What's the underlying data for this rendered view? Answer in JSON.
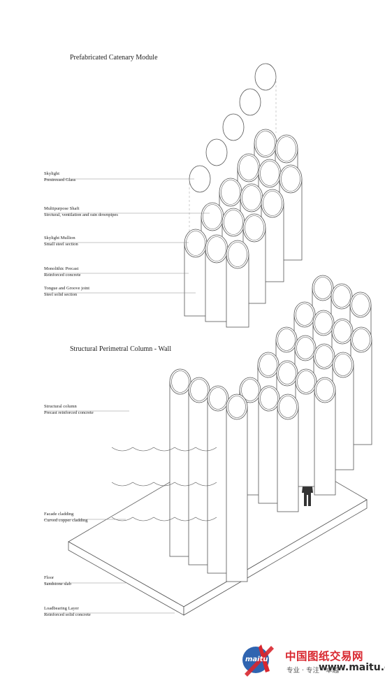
{
  "titles": {
    "module": "Prefabricated Catenary Module",
    "structure": "Structural Perimetral Column - Wall"
  },
  "labels": [
    {
      "title": "Skylight",
      "sub": "Prestressed Glass"
    },
    {
      "title": "Multipurpose Shaft",
      "sub": "Strctural, ventilation and rain downpipes"
    },
    {
      "title": "Skylight Mullion",
      "sub": "Small steel section"
    },
    {
      "title": "Monolithic Precast",
      "sub": "Reinforced concrete"
    },
    {
      "title": "Tongue and Groove joint",
      "sub": "Steel solid section"
    },
    {
      "title": "Structural column",
      "sub": "Precast reinforced concrete"
    },
    {
      "title": "Facade cladding",
      "sub": "Curved copper cladding"
    },
    {
      "title": "Floor",
      "sub": "Sandstone slab"
    },
    {
      "title": "Loadbearing Layer",
      "sub": "Reinforced solid concrete"
    }
  ],
  "watermark": {
    "title": "中国图纸交易网",
    "subtitle": "专业 · 专注 · 卓越",
    "url": "www.maitu.cc",
    "logo_text": "maitu",
    "colors": {
      "red": "#d8262e",
      "blue": "#2f64b0"
    }
  },
  "colors": {
    "line": "#555555",
    "leader": "#8a8a8a",
    "ink": "#222222"
  }
}
